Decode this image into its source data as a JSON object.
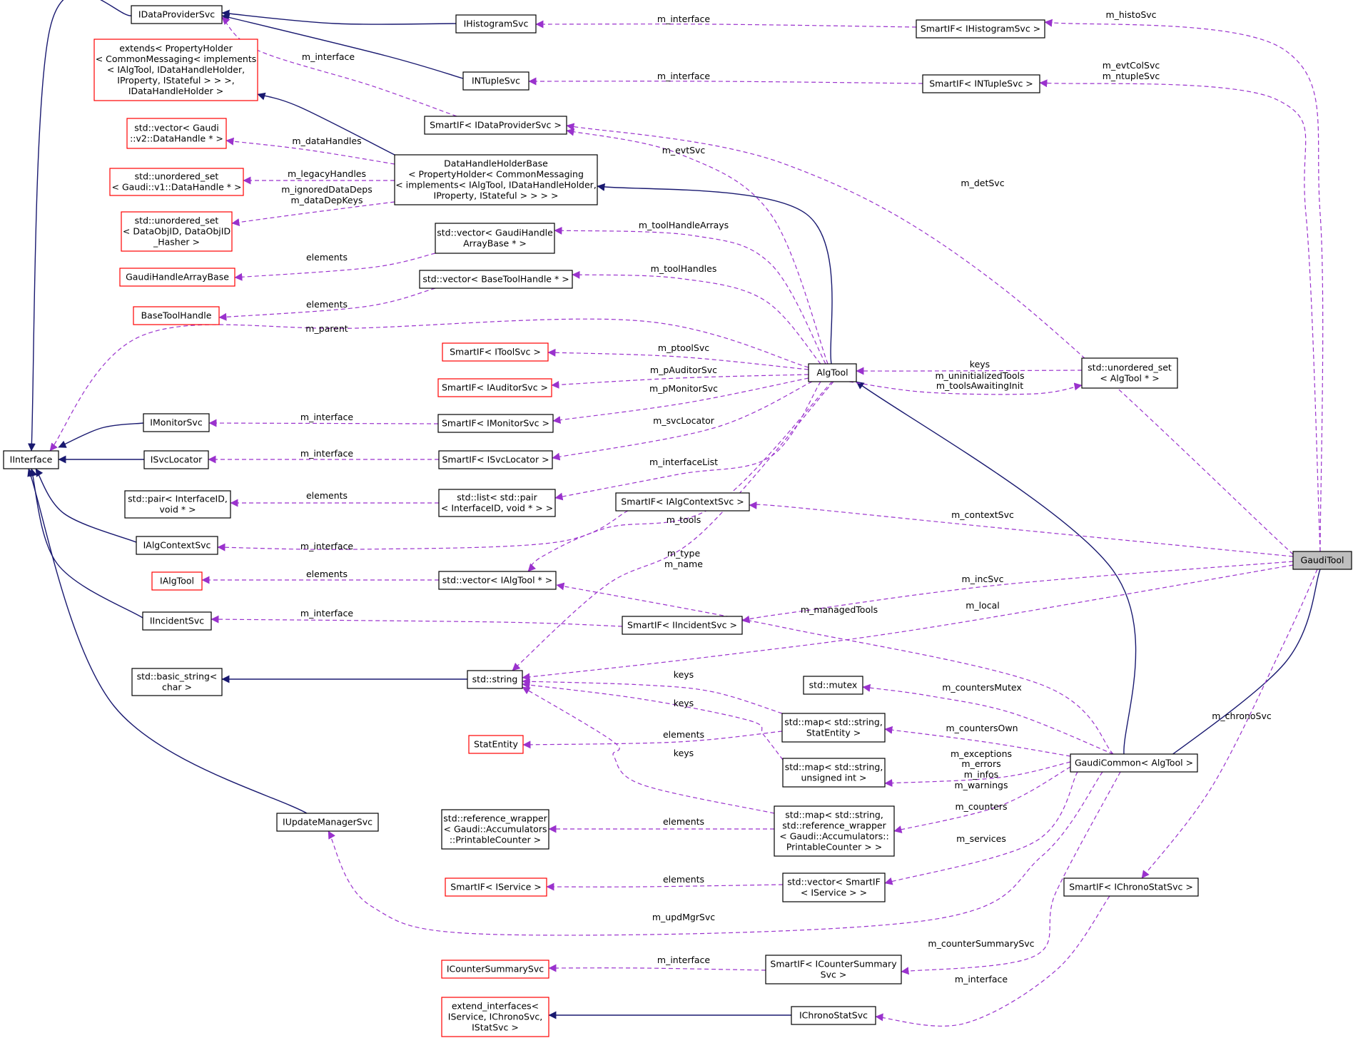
{
  "nodes": [
    {
      "id": "IDataProviderSvc",
      "lines": [
        "IDataProviderSvc"
      ],
      "border": "black"
    },
    {
      "id": "IHistogramSvc",
      "lines": [
        "IHistogramSvc"
      ],
      "border": "black"
    },
    {
      "id": "SmartIF_IHistogramSvc",
      "lines": [
        "SmartIF< IHistogramSvc >"
      ],
      "border": "black"
    },
    {
      "id": "extends_PropertyHolder",
      "lines": [
        "extends< PropertyHolder",
        "< CommonMessaging< implements",
        "< IAlgTool, IDataHandleHolder,",
        " IProperty, IStateful > > >,",
        " IDataHandleHolder >"
      ],
      "border": "red"
    },
    {
      "id": "INTupleSvc",
      "lines": [
        "INTupleSvc"
      ],
      "border": "black"
    },
    {
      "id": "SmartIF_INTupleSvc",
      "lines": [
        "SmartIF< INTupleSvc >"
      ],
      "border": "black"
    },
    {
      "id": "SmartIF_IDataProviderSvc",
      "lines": [
        "SmartIF< IDataProviderSvc >"
      ],
      "border": "black"
    },
    {
      "id": "vector_DataHandle",
      "lines": [
        "std::vector< Gaudi",
        "::v2::DataHandle * >"
      ],
      "border": "red"
    },
    {
      "id": "DataHandleHolderBase",
      "lines": [
        "DataHandleHolderBase",
        "< PropertyHolder< CommonMessaging",
        "< implements< IAlgTool, IDataHandleHolder,",
        " IProperty, IStateful > > > >"
      ],
      "border": "black"
    },
    {
      "id": "unordered_set_DataHandle",
      "lines": [
        "std::unordered_set",
        "< Gaudi::v1::DataHandle * >"
      ],
      "border": "red"
    },
    {
      "id": "unordered_set_DataObjID",
      "lines": [
        "std::unordered_set",
        "< DataObjID, DataObjID",
        "_Hasher >"
      ],
      "border": "red"
    },
    {
      "id": "vector_GaudiHandleArrayBase",
      "lines": [
        "std::vector< GaudiHandle",
        "ArrayBase * >"
      ],
      "border": "black"
    },
    {
      "id": "GaudiHandleArrayBase",
      "lines": [
        "GaudiHandleArrayBase"
      ],
      "border": "red"
    },
    {
      "id": "vector_BaseToolHandle",
      "lines": [
        "std::vector< BaseToolHandle * >"
      ],
      "border": "black"
    },
    {
      "id": "BaseToolHandle",
      "lines": [
        "BaseToolHandle"
      ],
      "border": "red"
    },
    {
      "id": "SmartIF_IToolSvc",
      "lines": [
        "SmartIF< IToolSvc >"
      ],
      "border": "red"
    },
    {
      "id": "AlgTool",
      "lines": [
        "AlgTool"
      ],
      "border": "black"
    },
    {
      "id": "unordered_set_AlgTool",
      "lines": [
        "std::unordered_set",
        "< AlgTool * >"
      ],
      "border": "black"
    },
    {
      "id": "SmartIF_IAuditorSvc",
      "lines": [
        "SmartIF< IAuditorSvc >"
      ],
      "border": "red"
    },
    {
      "id": "IMonitorSvc",
      "lines": [
        "IMonitorSvc"
      ],
      "border": "black"
    },
    {
      "id": "SmartIF_IMonitorSvc",
      "lines": [
        "SmartIF< IMonitorSvc >"
      ],
      "border": "black"
    },
    {
      "id": "IInterface",
      "lines": [
        "IInterface"
      ],
      "border": "black"
    },
    {
      "id": "ISvcLocator",
      "lines": [
        "ISvcLocator"
      ],
      "border": "black"
    },
    {
      "id": "SmartIF_ISvcLocator",
      "lines": [
        "SmartIF< ISvcLocator >"
      ],
      "border": "black"
    },
    {
      "id": "pair_InterfaceID",
      "lines": [
        "std::pair< InterfaceID,",
        " void * >"
      ],
      "border": "black"
    },
    {
      "id": "list_pair",
      "lines": [
        "std::list< std::pair",
        "< InterfaceID, void * > >"
      ],
      "border": "black"
    },
    {
      "id": "SmartIF_IAlgContextSvc",
      "lines": [
        "SmartIF< IAlgContextSvc >"
      ],
      "border": "black"
    },
    {
      "id": "IAlgContextSvc",
      "lines": [
        "IAlgContextSvc"
      ],
      "border": "black"
    },
    {
      "id": "GaudiTool",
      "lines": [
        "GaudiTool"
      ],
      "border": "black"
    },
    {
      "id": "IAlgTool",
      "lines": [
        "IAlgTool"
      ],
      "border": "red"
    },
    {
      "id": "vector_IAlgTool",
      "lines": [
        "std::vector< IAlgTool * >"
      ],
      "border": "black"
    },
    {
      "id": "IIncidentSvc",
      "lines": [
        "IIncidentSvc"
      ],
      "border": "black"
    },
    {
      "id": "SmartIF_IIncidentSvc",
      "lines": [
        "SmartIF< IIncidentSvc >"
      ],
      "border": "black"
    },
    {
      "id": "basic_string",
      "lines": [
        "std::basic_string<",
        " char >"
      ],
      "border": "black"
    },
    {
      "id": "std_string",
      "lines": [
        "std::string"
      ],
      "border": "black"
    },
    {
      "id": "std_mutex",
      "lines": [
        "std::mutex"
      ],
      "border": "black"
    },
    {
      "id": "map_StatEntity",
      "lines": [
        "std::map< std::string,",
        " StatEntity >"
      ],
      "border": "black"
    },
    {
      "id": "StatEntity",
      "lines": [
        "StatEntity"
      ],
      "border": "red"
    },
    {
      "id": "GaudiCommon_AlgTool",
      "lines": [
        "GaudiCommon< AlgTool >"
      ],
      "border": "black"
    },
    {
      "id": "map_unsigned",
      "lines": [
        "std::map< std::string,",
        " unsigned int >"
      ],
      "border": "black"
    },
    {
      "id": "IUpdateManagerSvc",
      "lines": [
        "IUpdateManagerSvc"
      ],
      "border": "black"
    },
    {
      "id": "reference_wrapper",
      "lines": [
        "std::reference_wrapper",
        "< Gaudi::Accumulators",
        "::PrintableCounter >"
      ],
      "border": "black"
    },
    {
      "id": "map_reference_wrapper",
      "lines": [
        "std::map< std::string,",
        " std::reference_wrapper",
        "< Gaudi::Accumulators::",
        "PrintableCounter > >"
      ],
      "border": "black"
    },
    {
      "id": "SmartIF_IService",
      "lines": [
        "SmartIF< IService >"
      ],
      "border": "red"
    },
    {
      "id": "vector_SmartIF_IService",
      "lines": [
        "std::vector< SmartIF",
        "< IService > >"
      ],
      "border": "black"
    },
    {
      "id": "SmartIF_IChronoStatSvc",
      "lines": [
        "SmartIF< IChronoStatSvc >"
      ],
      "border": "black"
    },
    {
      "id": "ICounterSummarySvc",
      "lines": [
        "ICounterSummarySvc"
      ],
      "border": "red"
    },
    {
      "id": "SmartIF_ICounterSummarySvc",
      "lines": [
        "SmartIF< ICounterSummary",
        "Svc >"
      ],
      "border": "black"
    },
    {
      "id": "extend_interfaces",
      "lines": [
        "extend_interfaces<",
        " IService, IChronoSvc,",
        " IStatSvc >"
      ],
      "border": "red"
    },
    {
      "id": "IChronoStatSvc",
      "lines": [
        "IChronoStatSvc"
      ],
      "border": "black"
    }
  ],
  "edges": [
    {
      "id": "e-ihist-idp",
      "from": "IHistogramSvc",
      "to": "IDataProviderSvc",
      "kind": "inherit",
      "labels": []
    },
    {
      "id": "e-intuple-idp",
      "from": "INTupleSvc",
      "to": "IDataProviderSvc",
      "kind": "inherit",
      "labels": []
    },
    {
      "id": "e-idp-iint",
      "from": "IDataProviderSvc",
      "to": "IInterface",
      "kind": "inherit",
      "labels": []
    },
    {
      "id": "e-imon-iint",
      "from": "IMonitorSvc",
      "to": "IInterface",
      "kind": "inherit",
      "labels": []
    },
    {
      "id": "e-isvc-iint",
      "from": "ISvcLocator",
      "to": "IInterface",
      "kind": "inherit",
      "labels": []
    },
    {
      "id": "e-ictx-iint",
      "from": "IAlgContextSvc",
      "to": "IInterface",
      "kind": "inherit",
      "labels": []
    },
    {
      "id": "e-iinc-iint",
      "from": "IIncidentSvc",
      "to": "IInterface",
      "kind": "inherit",
      "labels": []
    },
    {
      "id": "e-iupd-iint",
      "from": "IUpdateManagerSvc",
      "to": "IInterface",
      "kind": "inherit",
      "labels": []
    },
    {
      "id": "e-dhhb-ext",
      "from": "DataHandleHolderBase",
      "to": "extends_PropertyHolder",
      "kind": "inherit",
      "labels": []
    },
    {
      "id": "e-algtool-dhhb",
      "from": "AlgTool",
      "to": "DataHandleHolderBase",
      "kind": "inherit",
      "labels": []
    },
    {
      "id": "e-string-basic",
      "from": "std_string",
      "to": "basic_string",
      "kind": "inherit",
      "labels": []
    },
    {
      "id": "e-gc-algtool",
      "from": "GaudiCommon_AlgTool",
      "to": "AlgTool",
      "kind": "inherit",
      "labels": []
    },
    {
      "id": "e-gt-gc",
      "from": "GaudiTool",
      "to": "GaudiCommon_AlgTool",
      "kind": "inherit",
      "labels": []
    },
    {
      "id": "e-ichrono-ext",
      "from": "IChronoStatSvc",
      "to": "extend_interfaces",
      "kind": "inherit",
      "labels": []
    },
    {
      "id": "e-shist-ihist",
      "from": "SmartIF_IHistogramSvc",
      "to": "IHistogramSvc",
      "kind": "usage",
      "labels": [
        "m_interface"
      ]
    },
    {
      "id": "e-sntuple-intuple",
      "from": "SmartIF_INTupleSvc",
      "to": "INTupleSvc",
      "kind": "usage",
      "labels": [
        "m_interface"
      ]
    },
    {
      "id": "e-sidp-idp",
      "from": "SmartIF_IDataProviderSvc",
      "to": "IDataProviderSvc",
      "kind": "usage",
      "labels": [
        "m_interface"
      ]
    },
    {
      "id": "e-gt-shist",
      "from": "GaudiTool",
      "to": "SmartIF_IHistogramSvc",
      "kind": "usage",
      "labels": [
        "m_histoSvc"
      ]
    },
    {
      "id": "e-gt-sntuple",
      "from": "GaudiTool",
      "to": "SmartIF_INTupleSvc",
      "kind": "usage",
      "labels": [
        "m_evtColSvc",
        "m_ntupleSvc"
      ]
    },
    {
      "id": "e-gt-sidp",
      "from": "GaudiTool",
      "to": "SmartIF_IDataProviderSvc",
      "kind": "usage",
      "labels": [
        "m_detSvc"
      ]
    },
    {
      "id": "e-algtool-sidp",
      "from": "AlgTool",
      "to": "SmartIF_IDataProviderSvc",
      "kind": "usage",
      "labels": [
        "m_evtSvc"
      ]
    },
    {
      "id": "e-dhhb-vdh",
      "from": "DataHandleHolderBase",
      "to": "vector_DataHandle",
      "kind": "usage",
      "labels": [
        "m_dataHandles"
      ]
    },
    {
      "id": "e-dhhb-usdh",
      "from": "DataHandleHolderBase",
      "to": "unordered_set_DataHandle",
      "kind": "usage",
      "labels": [
        "m_legacyHandles"
      ]
    },
    {
      "id": "e-dhhb-usdo",
      "from": "DataHandleHolderBase",
      "to": "unordered_set_DataObjID",
      "kind": "usage",
      "labels": [
        "m_ignoredDataDeps",
        "m_dataDepKeys"
      ]
    },
    {
      "id": "e-algtool-vgha",
      "from": "AlgTool",
      "to": "vector_GaudiHandleArrayBase",
      "kind": "usage",
      "labels": [
        "m_toolHandleArrays"
      ]
    },
    {
      "id": "e-vgha-gha",
      "from": "vector_GaudiHandleArrayBase",
      "to": "GaudiHandleArrayBase",
      "kind": "usage",
      "labels": [
        "elements"
      ]
    },
    {
      "id": "e-algtool-vbth",
      "from": "AlgTool",
      "to": "vector_BaseToolHandle",
      "kind": "usage",
      "labels": [
        "m_toolHandles"
      ]
    },
    {
      "id": "e-vbth-bth",
      "from": "vector_BaseToolHandle",
      "to": "BaseToolHandle",
      "kind": "usage",
      "labels": [
        "elements"
      ]
    },
    {
      "id": "e-algtool-iint",
      "from": "AlgTool",
      "to": "IInterface",
      "kind": "usage",
      "labels": [
        "m_parent"
      ]
    },
    {
      "id": "e-algtool-stool",
      "from": "AlgTool",
      "to": "SmartIF_IToolSvc",
      "kind": "usage",
      "labels": [
        "m_ptoolSvc"
      ]
    },
    {
      "id": "e-algtool-saud",
      "from": "AlgTool",
      "to": "SmartIF_IAuditorSvc",
      "kind": "usage",
      "labels": [
        "m_pAuditorSvc"
      ]
    },
    {
      "id": "e-algtool-smon",
      "from": "AlgTool",
      "to": "SmartIF_IMonitorSvc",
      "kind": "usage",
      "labels": [
        "m_pMonitorSvc"
      ]
    },
    {
      "id": "e-smon-imon",
      "from": "SmartIF_IMonitorSvc",
      "to": "IMonitorSvc",
      "kind": "usage",
      "labels": [
        "m_interface"
      ]
    },
    {
      "id": "e-algtool-ssvc",
      "from": "AlgTool",
      "to": "SmartIF_ISvcLocator",
      "kind": "usage",
      "labels": [
        "m_svcLocator"
      ]
    },
    {
      "id": "e-ssvc-isvc",
      "from": "SmartIF_ISvcLocator",
      "to": "ISvcLocator",
      "kind": "usage",
      "labels": [
        "m_interface"
      ]
    },
    {
      "id": "e-algtool-list",
      "from": "AlgTool",
      "to": "list_pair",
      "kind": "usage",
      "labels": [
        "m_interfaceList"
      ]
    },
    {
      "id": "e-list-pair",
      "from": "list_pair",
      "to": "pair_InterfaceID",
      "kind": "usage",
      "labels": [
        "elements"
      ]
    },
    {
      "id": "e-usat-algtool",
      "from": "unordered_set_AlgTool",
      "to": "AlgTool",
      "kind": "usage",
      "labels": [
        "keys"
      ]
    },
    {
      "id": "e-algtool-usat",
      "from": "AlgTool",
      "to": "unordered_set_AlgTool",
      "kind": "usage",
      "labels": [
        "m_uninitializedTools",
        "m_toolsAwaitingInit"
      ]
    },
    {
      "id": "e-algtool-vialg",
      "from": "AlgTool",
      "to": "vector_IAlgTool",
      "kind": "usage",
      "labels": [
        "m_tools"
      ]
    },
    {
      "id": "e-algtool-string",
      "from": "AlgTool",
      "to": "std_string",
      "kind": "usage",
      "labels": [
        "m_type",
        "m_name"
      ]
    },
    {
      "id": "e-sctx-ictx",
      "from": "SmartIF_IAlgContextSvc",
      "to": "IAlgContextSvc",
      "kind": "usage",
      "labels": [
        "m_interface"
      ]
    },
    {
      "id": "e-gt-sctx",
      "from": "GaudiTool",
      "to": "SmartIF_IAlgContextSvc",
      "kind": "usage",
      "labels": [
        "m_contextSvc"
      ]
    },
    {
      "id": "e-vialg-ialg",
      "from": "vector_IAlgTool",
      "to": "IAlgTool",
      "kind": "usage",
      "labels": [
        "elements"
      ]
    },
    {
      "id": "e-gt-sinc",
      "from": "GaudiTool",
      "to": "SmartIF_IIncidentSvc",
      "kind": "usage",
      "labels": [
        "m_incSvc"
      ]
    },
    {
      "id": "e-sinc-iinc",
      "from": "SmartIF_IIncidentSvc",
      "to": "IIncidentSvc",
      "kind": "usage",
      "labels": [
        "m_interface"
      ]
    },
    {
      "id": "e-gc-vialg",
      "from": "GaudiCommon_AlgTool",
      "to": "vector_IAlgTool",
      "kind": "usage",
      "labels": [
        "m_managedTools"
      ]
    },
    {
      "id": "e-gt-string",
      "from": "GaudiTool",
      "to": "std_string",
      "kind": "usage",
      "labels": [
        "m_local"
      ]
    },
    {
      "id": "e-mse-string",
      "from": "map_StatEntity",
      "to": "std_string",
      "kind": "usage",
      "labels": [
        "keys"
      ]
    },
    {
      "id": "e-mui-string",
      "from": "map_unsigned",
      "to": "std_string",
      "kind": "usage",
      "labels": [
        "keys"
      ]
    },
    {
      "id": "e-mrw-string",
      "from": "map_reference_wrapper",
      "to": "std_string",
      "kind": "usage",
      "labels": [
        "keys"
      ]
    },
    {
      "id": "e-gc-mutex",
      "from": "GaudiCommon_AlgTool",
      "to": "std_mutex",
      "kind": "usage",
      "labels": [
        "m_countersMutex"
      ]
    },
    {
      "id": "e-gc-mse",
      "from": "GaudiCommon_AlgTool",
      "to": "map_StatEntity",
      "kind": "usage",
      "labels": [
        "m_countersOwn"
      ]
    },
    {
      "id": "e-mse-stat",
      "from": "map_StatEntity",
      "to": "StatEntity",
      "kind": "usage",
      "labels": [
        "elements"
      ]
    },
    {
      "id": "e-gc-mui",
      "from": "GaudiCommon_AlgTool",
      "to": "map_unsigned",
      "kind": "usage",
      "labels": [
        "m_exceptions",
        "m_errors",
        "m_infos",
        "m_warnings"
      ]
    },
    {
      "id": "e-gc-mrw",
      "from": "GaudiCommon_AlgTool",
      "to": "map_reference_wrapper",
      "kind": "usage",
      "labels": [
        "m_counters"
      ]
    },
    {
      "id": "e-mrw-rw",
      "from": "map_reference_wrapper",
      "to": "reference_wrapper",
      "kind": "usage",
      "labels": [
        "elements"
      ]
    },
    {
      "id": "e-gc-vsis",
      "from": "GaudiCommon_AlgTool",
      "to": "vector_SmartIF_IService",
      "kind": "usage",
      "labels": [
        "m_services"
      ]
    },
    {
      "id": "e-vsis-sis",
      "from": "vector_SmartIF_IService",
      "to": "SmartIF_IService",
      "kind": "usage",
      "labels": [
        "elements"
      ]
    },
    {
      "id": "e-gc-iupd",
      "from": "GaudiCommon_AlgTool",
      "to": "IUpdateManagerSvc",
      "kind": "usage",
      "labels": [
        "m_updMgrSvc"
      ]
    },
    {
      "id": "e-gt-schrono",
      "from": "GaudiTool",
      "to": "SmartIF_IChronoStatSvc",
      "kind": "usage",
      "labels": [
        "m_chronoSvc"
      ]
    },
    {
      "id": "e-gc-scsum",
      "from": "GaudiCommon_AlgTool",
      "to": "SmartIF_ICounterSummarySvc",
      "kind": "usage",
      "labels": [
        "m_counterSummarySvc"
      ]
    },
    {
      "id": "e-scsum-icsum",
      "from": "SmartIF_ICounterSummarySvc",
      "to": "ICounterSummarySvc",
      "kind": "usage",
      "labels": [
        "m_interface"
      ]
    },
    {
      "id": "e-schrono-ichrono",
      "from": "SmartIF_IChronoStatSvc",
      "to": "IChronoStatSvc",
      "kind": "usage",
      "labels": [
        "m_interface"
      ]
    }
  ]
}
